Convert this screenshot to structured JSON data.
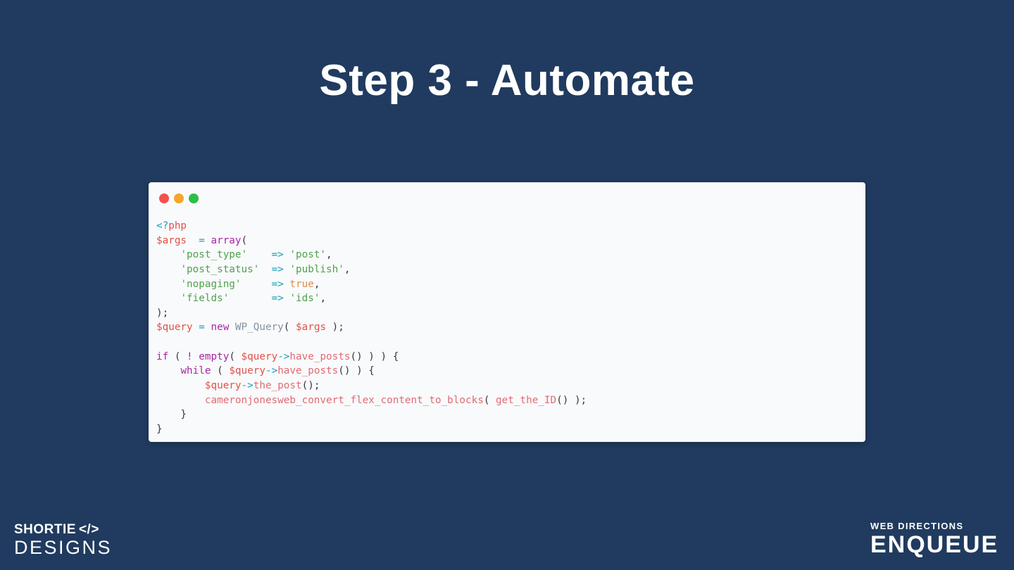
{
  "slide": {
    "title": "Step 3 - Automate",
    "background_color": "#203b5f"
  },
  "code_window": {
    "background_color": "#f9fafb",
    "window_controls": [
      {
        "name": "close",
        "color": "#f0534f"
      },
      {
        "name": "minimize",
        "color": "#f4a62a"
      },
      {
        "name": "zoom",
        "color": "#2abf48"
      }
    ],
    "palette": {
      "plain": "#383a42",
      "var": "#e0524b",
      "func": "#e16b73",
      "kw": "#a626a4",
      "str": "#50a14f",
      "op": "#1a9cb8",
      "cls": "#8293a6",
      "bool": "#d9914f"
    },
    "lines": [
      [
        [
          "op",
          "<?"
        ],
        [
          "var",
          "php"
        ]
      ],
      [
        [
          "var",
          "$args"
        ],
        [
          "plain",
          "  "
        ],
        [
          "op",
          "="
        ],
        [
          "plain",
          " "
        ],
        [
          "kw",
          "array"
        ],
        [
          "plain",
          "("
        ]
      ],
      [
        [
          "plain",
          "    "
        ],
        [
          "str",
          "'post_type'"
        ],
        [
          "plain",
          "    "
        ],
        [
          "op",
          "=>"
        ],
        [
          "plain",
          " "
        ],
        [
          "str",
          "'post'"
        ],
        [
          "plain",
          ","
        ]
      ],
      [
        [
          "plain",
          "    "
        ],
        [
          "str",
          "'post_status'"
        ],
        [
          "plain",
          "  "
        ],
        [
          "op",
          "=>"
        ],
        [
          "plain",
          " "
        ],
        [
          "str",
          "'publish'"
        ],
        [
          "plain",
          ","
        ]
      ],
      [
        [
          "plain",
          "    "
        ],
        [
          "str",
          "'nopaging'"
        ],
        [
          "plain",
          "     "
        ],
        [
          "op",
          "=>"
        ],
        [
          "plain",
          " "
        ],
        [
          "bool",
          "true"
        ],
        [
          "plain",
          ","
        ]
      ],
      [
        [
          "plain",
          "    "
        ],
        [
          "str",
          "'fields'"
        ],
        [
          "plain",
          "       "
        ],
        [
          "op",
          "=>"
        ],
        [
          "plain",
          " "
        ],
        [
          "str",
          "'ids'"
        ],
        [
          "plain",
          ","
        ]
      ],
      [
        [
          "plain",
          ");"
        ]
      ],
      [
        [
          "var",
          "$query"
        ],
        [
          "plain",
          " "
        ],
        [
          "op",
          "="
        ],
        [
          "plain",
          " "
        ],
        [
          "kw",
          "new"
        ],
        [
          "plain",
          " "
        ],
        [
          "cls",
          "WP_Query"
        ],
        [
          "plain",
          "( "
        ],
        [
          "var",
          "$args"
        ],
        [
          "plain",
          " );"
        ]
      ],
      [],
      [
        [
          "kw",
          "if"
        ],
        [
          "plain",
          " ( "
        ],
        [
          "kw",
          "!"
        ],
        [
          "plain",
          " "
        ],
        [
          "kw",
          "empty"
        ],
        [
          "plain",
          "( "
        ],
        [
          "var",
          "$query"
        ],
        [
          "op",
          "->"
        ],
        [
          "func",
          "have_posts"
        ],
        [
          "plain",
          "() ) ) {"
        ]
      ],
      [
        [
          "plain",
          "    "
        ],
        [
          "kw",
          "while"
        ],
        [
          "plain",
          " ( "
        ],
        [
          "var",
          "$query"
        ],
        [
          "op",
          "->"
        ],
        [
          "func",
          "have_posts"
        ],
        [
          "plain",
          "() ) {"
        ]
      ],
      [
        [
          "plain",
          "        "
        ],
        [
          "var",
          "$query"
        ],
        [
          "op",
          "->"
        ],
        [
          "func",
          "the_post"
        ],
        [
          "plain",
          "();"
        ]
      ],
      [
        [
          "plain",
          "        "
        ],
        [
          "func",
          "cameronjonesweb_convert_flex_content_to_blocks"
        ],
        [
          "plain",
          "( "
        ],
        [
          "func",
          "get_the_ID"
        ],
        [
          "plain",
          "() );"
        ]
      ],
      [
        [
          "plain",
          "    }"
        ]
      ],
      [
        [
          "plain",
          "}"
        ]
      ]
    ]
  },
  "footer": {
    "shortie_line1": "SHORTIE",
    "shortie_icon": "</>",
    "shortie_line2": "DESIGNS",
    "wd_line1": "WEB DIRECTIONS",
    "wd_line2": "ENQUEUE"
  }
}
